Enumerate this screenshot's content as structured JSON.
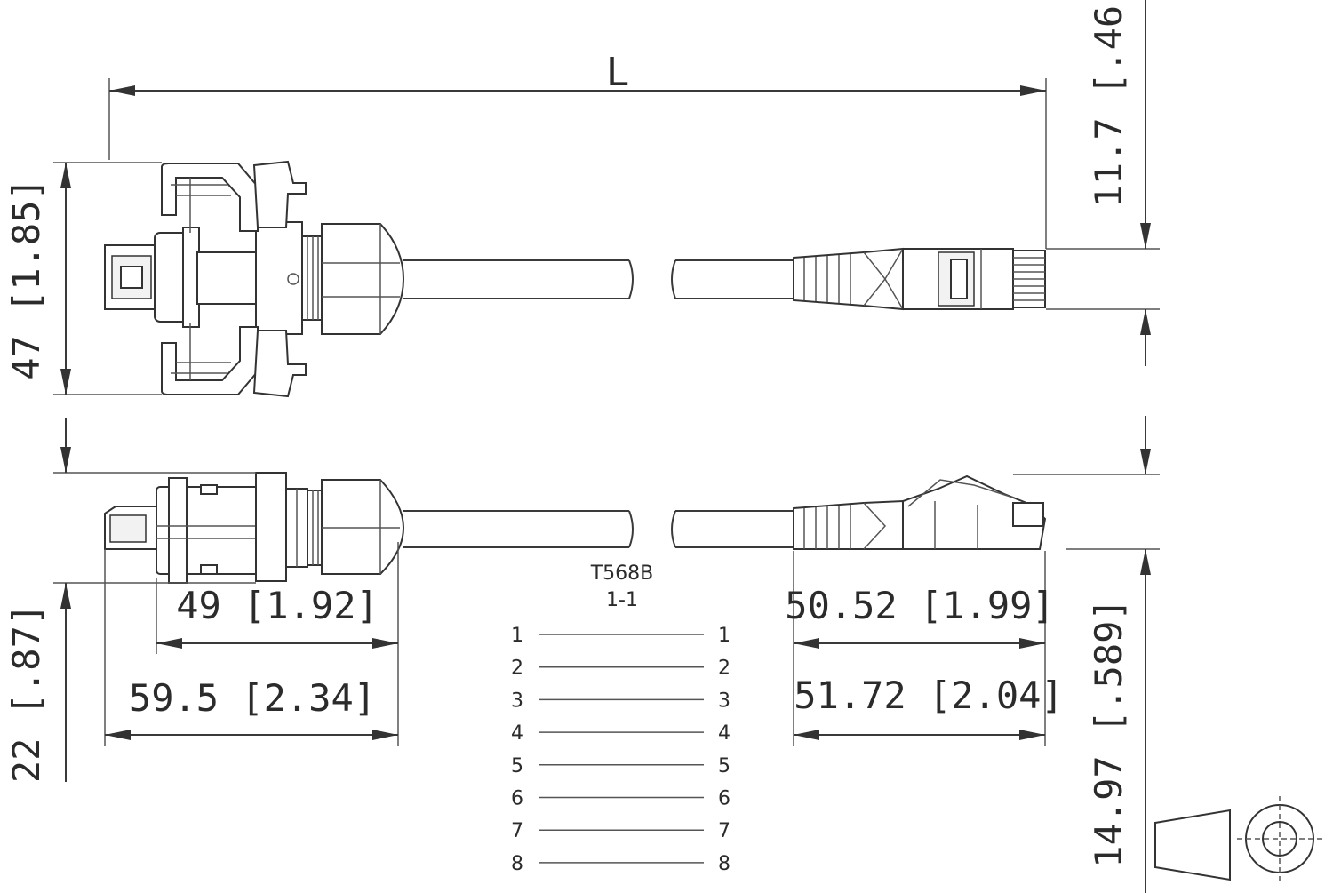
{
  "diagram": {
    "length_label": "L",
    "dimensions": {
      "height_top": "47 [1.85]",
      "height_bottom": "22 [.87]",
      "plug_height": "11.7 [.46]",
      "plug_side_height": "14.97 [.589]",
      "d49": "49 [1.92]",
      "d59": "59.5 [2.34]",
      "d50": "50.52 [1.99]",
      "d51": "51.72 [2.04]"
    },
    "wiring": {
      "standard": "T568B",
      "mapping": "1-1",
      "pins": [
        {
          "left": "1",
          "right": "1"
        },
        {
          "left": "2",
          "right": "2"
        },
        {
          "left": "3",
          "right": "3"
        },
        {
          "left": "4",
          "right": "4"
        },
        {
          "left": "5",
          "right": "5"
        },
        {
          "left": "6",
          "right": "6"
        },
        {
          "left": "7",
          "right": "7"
        },
        {
          "left": "8",
          "right": "8"
        }
      ]
    }
  }
}
